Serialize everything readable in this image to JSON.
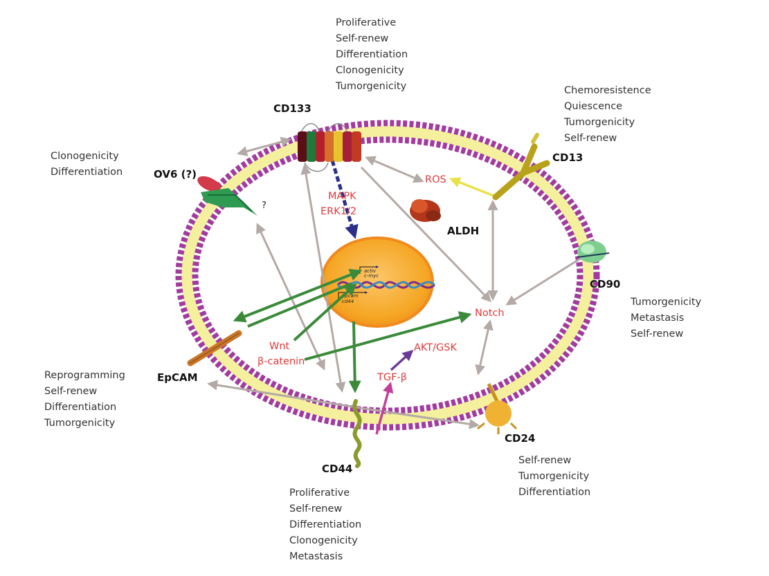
{
  "markers": {
    "cd133": "CD133",
    "cd13": "CD13",
    "ov6": "OV6 (?)",
    "aldh": "ALDH",
    "cd90": "CD90",
    "epcam": "EpCAM",
    "cd44": "CD44",
    "cd24": "CD24"
  },
  "functions": {
    "cd133": [
      "Proliferative",
      "Self-renew",
      "Differentiation",
      "Clonogenicity",
      "Tumorgenicity"
    ],
    "cd13": [
      "Chemoresistence",
      "Quiescence",
      "Tumorgenicity",
      "Self-renew"
    ],
    "ov6": [
      "Clonogenicity",
      "Differentiation"
    ],
    "cd90": [
      "Tumorgenicity",
      "Metastasis",
      "Self-renew"
    ],
    "epcam": [
      "Reprogramming",
      "Self-renew",
      "Differentiation",
      "Tumorgenicity"
    ],
    "cd24": [
      "Self-renew",
      "Tumorgenicity",
      "Differentiation"
    ],
    "cd44": [
      "Proliferative",
      "Self-renew",
      "Differentiation",
      "Clonogenicity",
      "Metastasis"
    ]
  },
  "signals": {
    "mapk": "MAPK",
    "erk": "ERK1/2",
    "ros": "ROS",
    "notch": "Notch",
    "wnt": "Wnt",
    "beta_catenin": "β-catenin",
    "akt": "AKT/GSK",
    "tgf": "TGF-β"
  },
  "unknown_mark": "?",
  "genes": {
    "top_line1": "activ",
    "top_line2": "c-myc",
    "bottom_line1": "epcam",
    "bottom_line2": "cd44"
  },
  "colors": {
    "membrane_head": "#a23aa0",
    "membrane_tail": "#e6dc4c",
    "nucleus": "#f5a623",
    "nucleus_border": "#f08a1e",
    "green_arrow": "#3a8a3a",
    "grey_arrow": "#b3a9a5",
    "yellow_arrow": "#e8e24a",
    "purple_arrow": "#6a3a9a",
    "pink_arrow": "#c2409a",
    "signal_text": "#e03a3a"
  }
}
